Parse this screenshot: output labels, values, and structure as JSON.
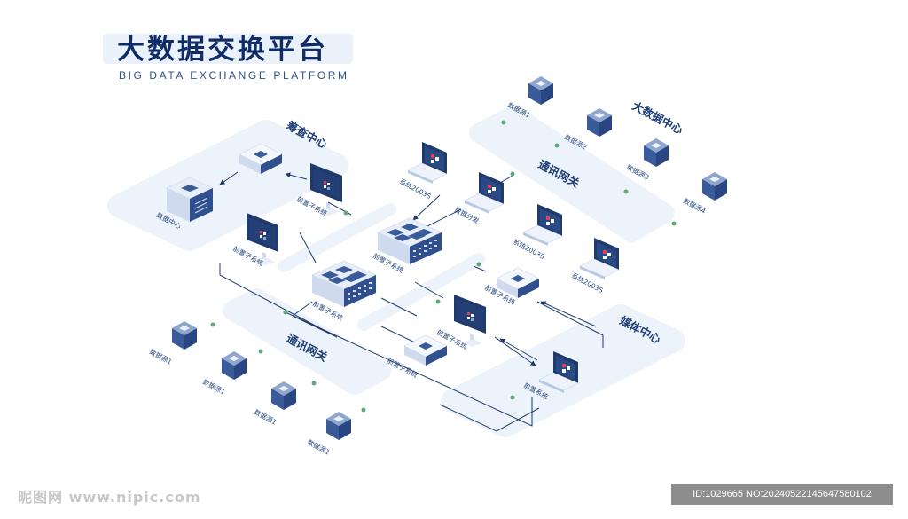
{
  "title": "大数据交换平台",
  "subtitle": "BIG DATA EXCHANGE PLATFORM",
  "zones": {
    "zone_top_left": "筹查中心",
    "zone_top_right": "大数据中心",
    "zone_gateway_top": "通讯网关",
    "zone_gateway_bottom": "通讯网关",
    "zone_media": "媒体中心"
  },
  "labels": {
    "data_center": "数据中心",
    "front_monitor_a": "前置子系统",
    "front_monitor_b": "前置子系统",
    "front_server_center": "前置子系统",
    "laptop_1": "系统2003S",
    "laptop_2": "数据分发",
    "laptop_3": "系统2003S",
    "laptop_4": "系统2003S",
    "right_server": "前置子系统",
    "center_monitor": "前置子系统",
    "center_box": "前置子系统",
    "media_laptop": "前置系统",
    "src_top_1": "数据源1",
    "src_top_2": "数据源2",
    "src_top_3": "数据源3",
    "src_top_4": "数据源4",
    "src_bot_1": "数据源1",
    "src_bot_2": "数据源1",
    "src_bot_3": "数据源1",
    "src_bot_4": "数据源1"
  },
  "watermark": {
    "left": "昵图网 www.nipic.com",
    "right": "ID:1029665 NO:20240522145647580102"
  },
  "colors": {
    "accent": "#2f4f8f",
    "dark_blue": "#1f3a6b",
    "platform": "#edf3fb",
    "node_green": "#5fa878",
    "screen_red": "#e0405a"
  }
}
